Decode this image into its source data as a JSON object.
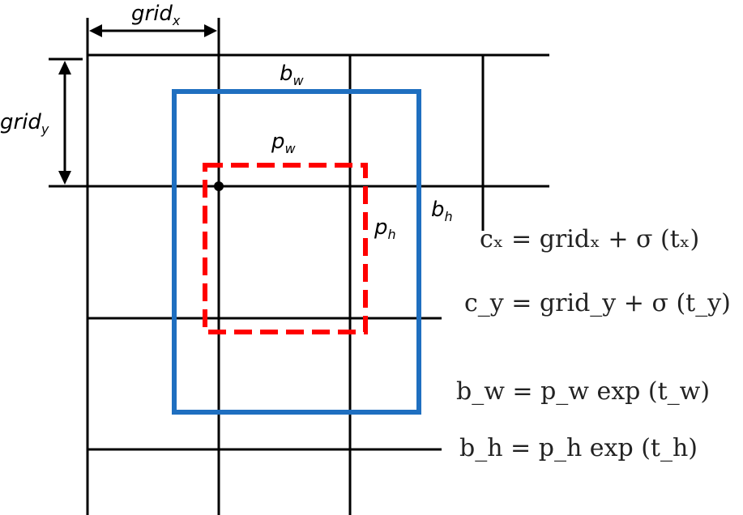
{
  "labels": {
    "grid_x": {
      "base": "grid",
      "sub": "x"
    },
    "grid_y": {
      "base": "grid",
      "sub": "y"
    },
    "b_w": {
      "base": "b",
      "sub": "w"
    },
    "p_w": {
      "base": "p",
      "sub": "w"
    },
    "b_h": {
      "base": "b",
      "sub": "h"
    },
    "p_h": {
      "base": "p",
      "sub": "h"
    }
  },
  "equations": [
    "cₓ = gridₓ + σ (tₓ)",
    "c_y = grid_y + σ (t_y)",
    "b_w = p_w exp (t_w)",
    "b_h = p_h exp (t_h)"
  ],
  "colors": {
    "grid": "#000000",
    "box": "#1f6fc0",
    "prior": "#ff0000"
  }
}
